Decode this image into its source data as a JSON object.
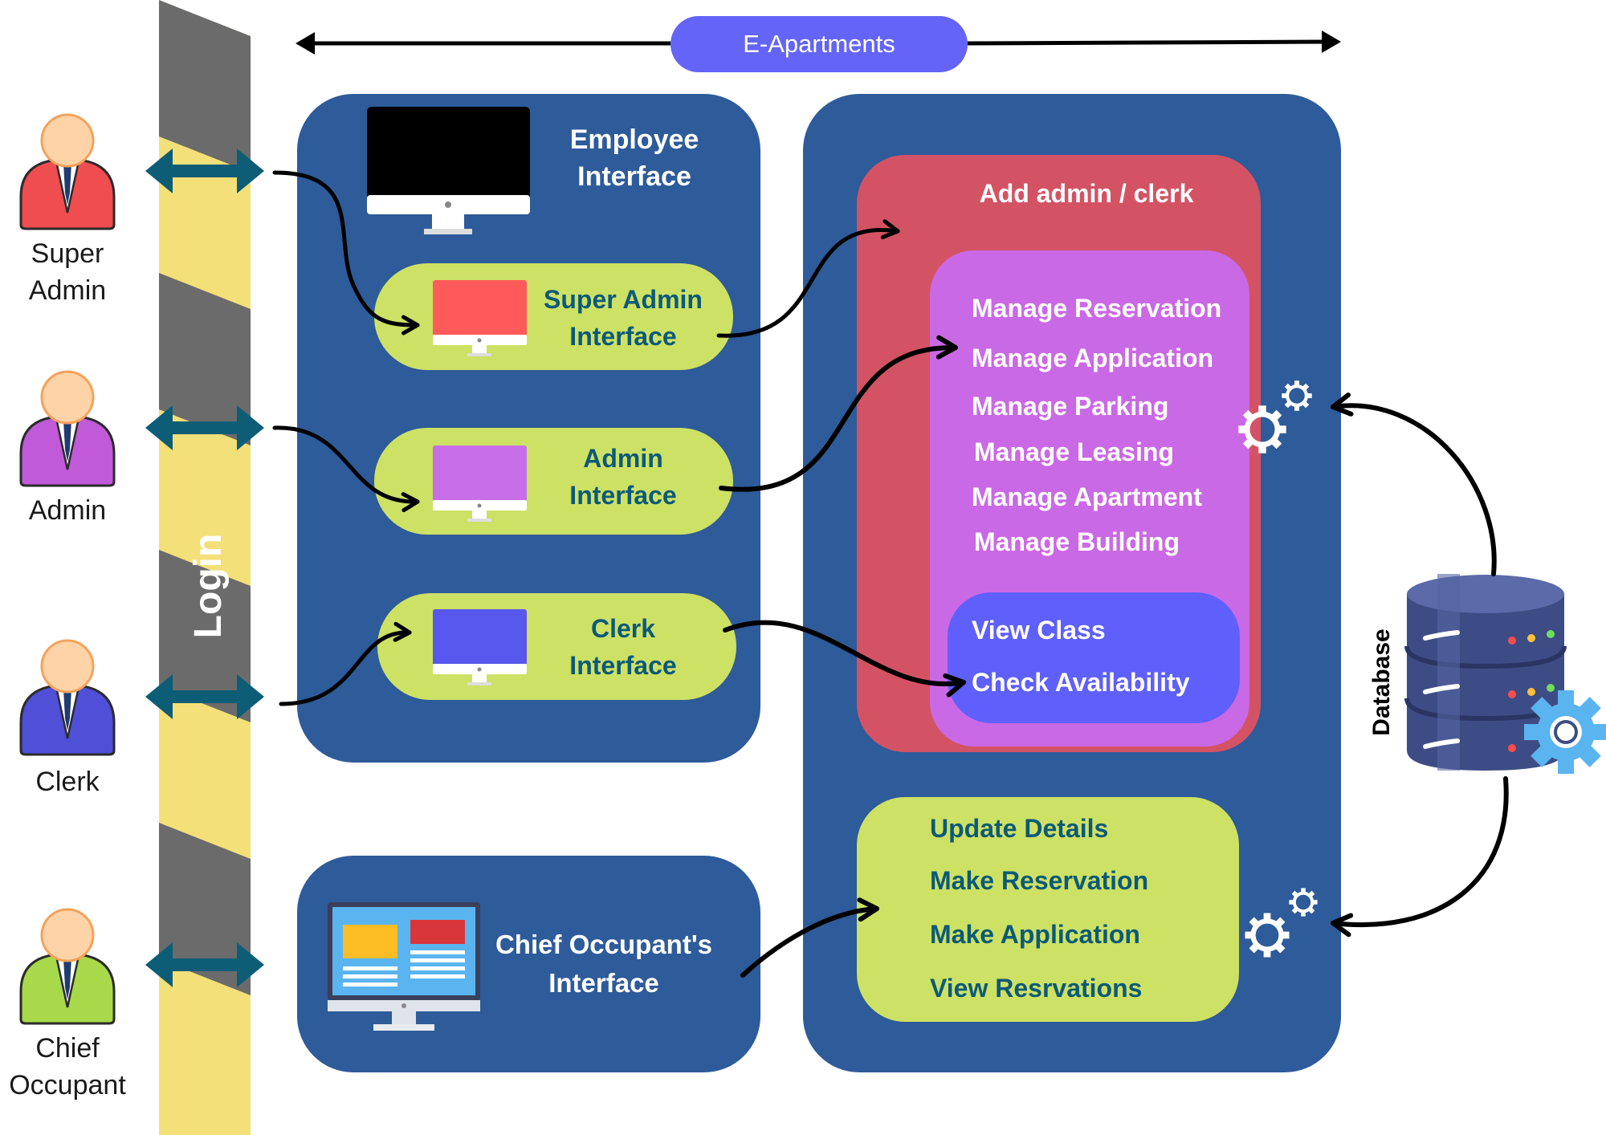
{
  "header": {
    "title": "E-Apartments"
  },
  "login": {
    "label": "Login"
  },
  "actors": [
    {
      "name": "Super Admin",
      "lines": [
        "Super",
        "Admin"
      ],
      "shirt_color": "#ef4d4f"
    },
    {
      "name": "Admin",
      "lines": [
        "Admin"
      ],
      "shirt_color": "#c05ad8"
    },
    {
      "name": "Clerk",
      "lines": [
        "Clerk"
      ],
      "shirt_color": "#4f4fd8"
    },
    {
      "name": "Chief Occupant",
      "lines": [
        "Chief",
        "Occupant"
      ],
      "shirt_color": "#a8d94a"
    }
  ],
  "employee_panel": {
    "title_lines": [
      "Employee",
      "Interface"
    ],
    "interfaces": [
      {
        "lines": [
          "Super Admin",
          "Interface"
        ],
        "screen_color": "#fe5a5a"
      },
      {
        "lines": [
          "Admin",
          "Interface"
        ],
        "screen_color": "#c86ee8"
      },
      {
        "lines": [
          "Clerk",
          "Interface"
        ],
        "screen_color": "#5858ee"
      }
    ]
  },
  "chief_panel": {
    "title_lines": [
      "Chief Occupant's",
      "Interface"
    ]
  },
  "admin_box": {
    "title": "Add admin / clerk",
    "items": [
      "Manage Reservation",
      "Manage Application",
      "Manage Parking",
      "Manage Leasing",
      "Manage Apartment",
      "Manage Building"
    ],
    "clerk_items": [
      "View Class",
      "Check Availability"
    ]
  },
  "occupant_box": {
    "items": [
      "Update Details",
      "Make Reservation",
      "Make Application",
      "View Resrvations"
    ]
  },
  "database": {
    "label": "Database"
  },
  "colors": {
    "panel_blue": "#2e5b99",
    "interface_green": "#cde165",
    "interface_text": "#0c5a78",
    "admin_red": "#d35364",
    "admin_purple": "#ca69e5",
    "clerk_blue": "#5f5ffc",
    "header_pill": "#6464f8",
    "login_yellow": "#f4e078",
    "login_gray": "#6b6b6b",
    "arrow_teal": "#0c5d75"
  }
}
